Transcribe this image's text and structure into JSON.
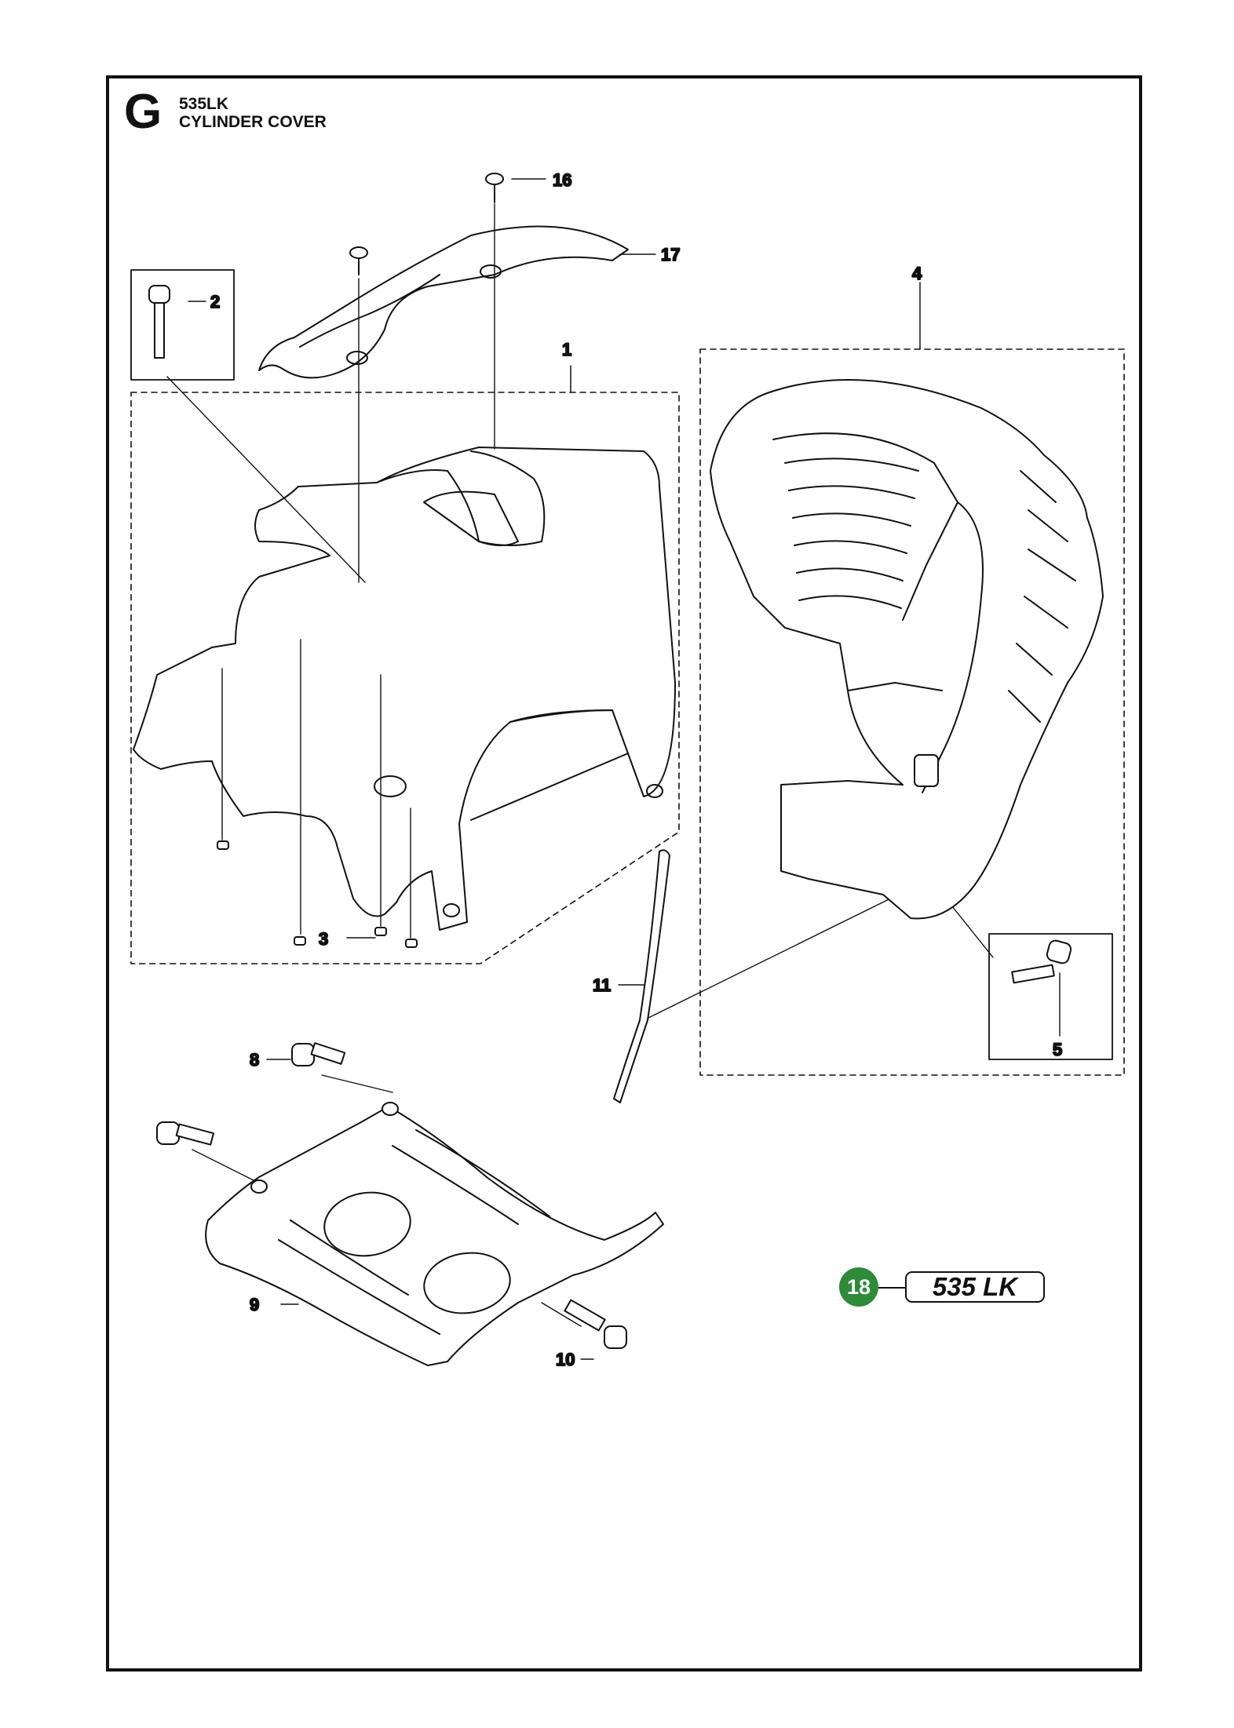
{
  "header": {
    "section_letter": "G",
    "model": "535LK",
    "title": "CYLINDER COVER"
  },
  "callouts": {
    "c1": "1",
    "c2": "2",
    "c3": "3",
    "c4": "4",
    "c5": "5",
    "c8": "8",
    "c9": "9",
    "c10": "10",
    "c11": "11",
    "c16": "16",
    "c17": "17"
  },
  "footer": {
    "page_number": "18",
    "model_tag": "535 LK"
  },
  "colors": {
    "badge": "#2f8a3a",
    "lines": "#111111"
  }
}
